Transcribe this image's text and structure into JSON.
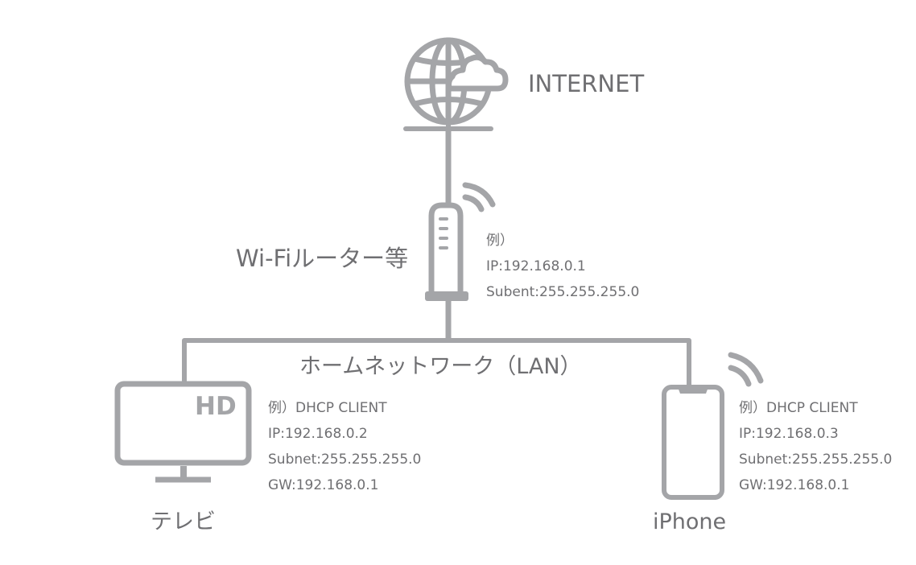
{
  "colors": {
    "line": "#a4a5a8",
    "text": "#6f6f72",
    "background": "#ffffff"
  },
  "internet": {
    "label": "INTERNET",
    "icon": "globe-cloud-icon"
  },
  "router": {
    "label": "Wi-Fiルーター等",
    "icon": "router-icon",
    "info": [
      "例）",
      "IP:192.168.0.1",
      "Subent:255.255.255.0"
    ]
  },
  "lan": {
    "label": "ホームネットワーク（LAN）"
  },
  "tv": {
    "label": "テレビ",
    "badge": "HD",
    "icon": "tv-icon",
    "info": [
      "例）DHCP CLIENT",
      "IP:192.168.0.2",
      "Subnet:255.255.255.0",
      "GW:192.168.0.1"
    ]
  },
  "iphone": {
    "label": "iPhone",
    "icon": "smartphone-icon",
    "info": [
      "例）DHCP CLIENT",
      "IP:192.168.0.3",
      "Subnet:255.255.255.0",
      "GW:192.168.0.1"
    ]
  }
}
